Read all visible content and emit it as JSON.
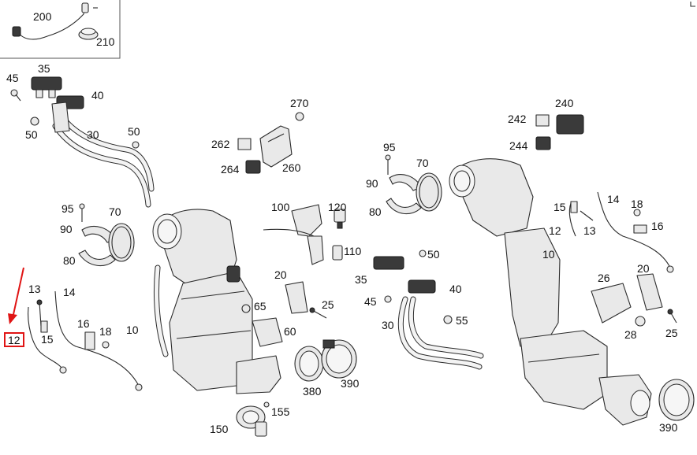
{
  "labels": {
    "l200": "200",
    "l210": "210",
    "l35a": "35",
    "l45a": "45",
    "l40a": "40",
    "l50a": "50",
    "l30a": "30",
    "l50b": "50",
    "l95a": "95",
    "l70a": "70",
    "l90a": "90",
    "l80a": "80",
    "l13a": "13",
    "l14a": "14",
    "l12a": "12",
    "l15a": "15",
    "l16a": "16",
    "l18a": "18",
    "l10a": "10",
    "l270": "270",
    "l262": "262",
    "l264": "264",
    "l260": "260",
    "l100": "100",
    "l120": "120",
    "l110": "110",
    "l20a": "20",
    "l65": "65",
    "l25a": "25",
    "l60": "60",
    "l380": "380",
    "l390a": "390",
    "l155": "155",
    "l150": "150",
    "l95b": "95",
    "l70b": "70",
    "l90b": "90",
    "l80b": "80",
    "l50c": "50",
    "l35b": "35",
    "l40b": "40",
    "l45b": "45",
    "l30b": "30",
    "l55": "55",
    "l240": "240",
    "l242": "242",
    "l244": "244",
    "l10b": "10",
    "l15b": "15",
    "l14b": "14",
    "l18b": "18",
    "l16b": "16",
    "l12b": "12",
    "l13b": "13",
    "l26": "26",
    "l20b": "20",
    "l28": "28",
    "l25b": "25",
    "l390b": "390"
  },
  "highlight": {
    "color": "#e01414",
    "target_label": "12"
  }
}
